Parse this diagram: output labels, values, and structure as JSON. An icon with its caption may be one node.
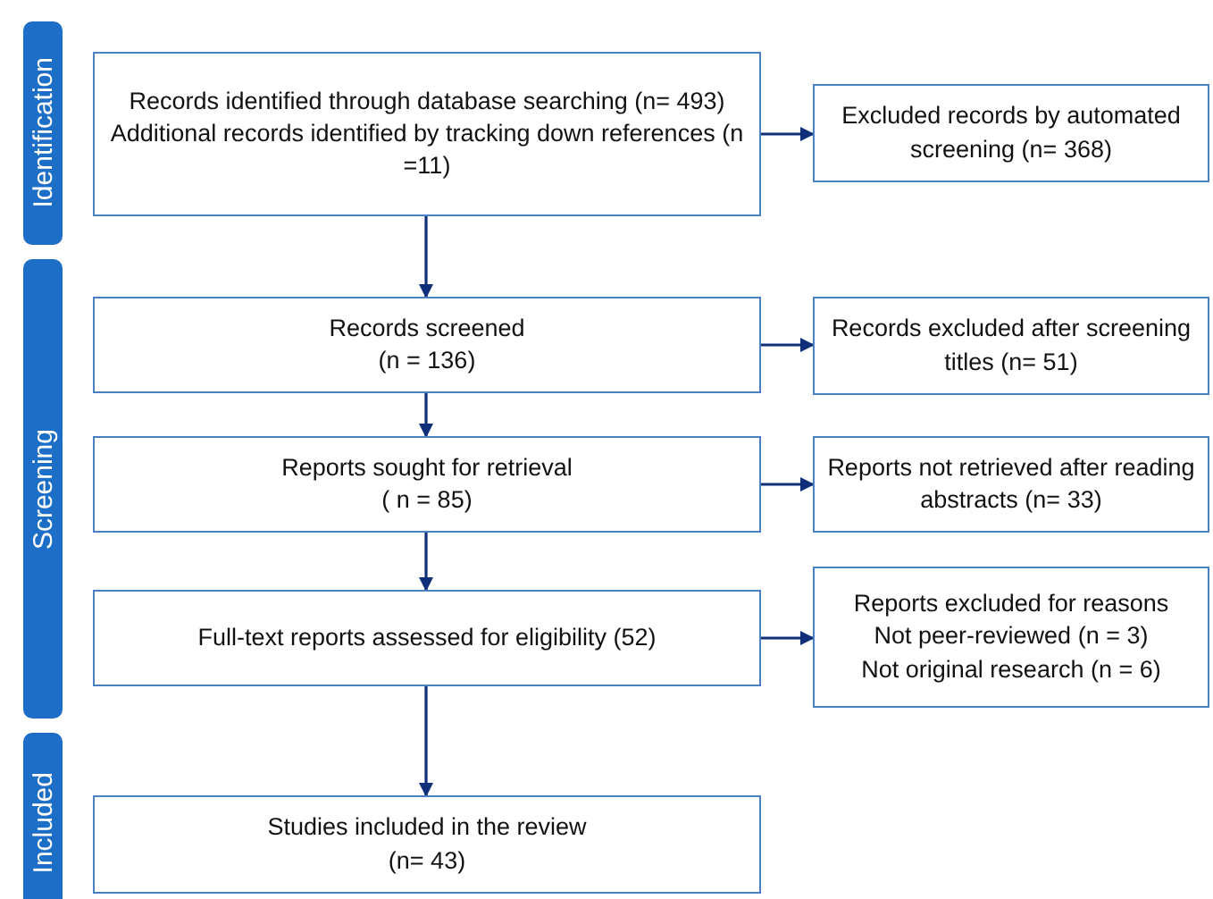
{
  "diagram": {
    "nodes": [
      {
        "text": [
          "Identification"
        ]
      },
      {
        "text": [
          "Records identified through database searching (n= 493)",
          "Additional records identified by tracking down references (n =11)"
        ]
      },
      {
        "text": [
          "Excluded records by automated screening (n= 368)"
        ]
      },
      {
        "text": [
          "Screening"
        ]
      },
      {
        "text": [
          "Records screened",
          "(n = 136)"
        ]
      },
      {
        "text": [
          "Records excluded after screening titles (n= 51)"
        ]
      },
      {
        "text": [
          "Reports sought for retrieval",
          "( n = 85)"
        ]
      },
      {
        "text": [
          "Reports not retrieved after reading abstracts (n= 33)"
        ]
      },
      {
        "text": [
          "Full-text reports assessed for eligibility (52)"
        ]
      },
      {
        "text": [
          "Reports excluded for reasons",
          "Not peer-reviewed (n = 3)",
          "Not original research (n = 6)"
        ]
      },
      {
        "text": [
          "Included"
        ]
      },
      {
        "text": [
          "Studies included in the review",
          "(n= 43)"
        ]
      }
    ],
    "edges": [
      {
        "from": 1,
        "to": 2,
        "arrow": "to"
      },
      {
        "from": 1,
        "to": 4,
        "arrow": "to"
      },
      {
        "from": 4,
        "to": 5,
        "arrow": "to"
      },
      {
        "from": 4,
        "to": 6,
        "arrow": "to"
      },
      {
        "from": 6,
        "to": 7,
        "arrow": "to"
      },
      {
        "from": 6,
        "to": 8,
        "arrow": "to"
      },
      {
        "from": 8,
        "to": 9,
        "arrow": "to"
      },
      {
        "from": 8,
        "to": 11,
        "arrow": "to"
      }
    ]
  }
}
